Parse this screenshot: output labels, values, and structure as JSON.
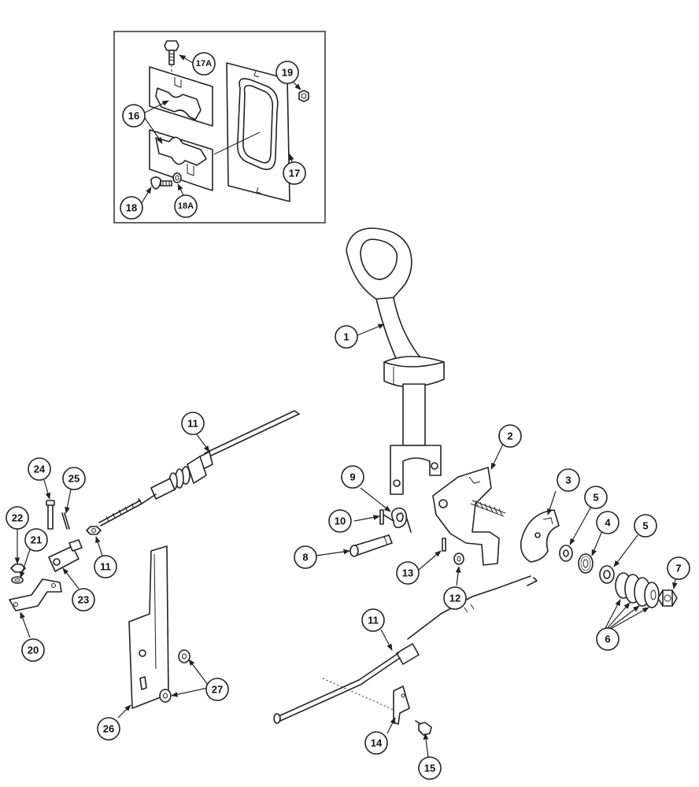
{
  "callouts": {
    "c1": "1",
    "c2": "2",
    "c3": "3",
    "c4": "4",
    "c5a": "5",
    "c5b": "5",
    "c6": "6",
    "c7": "7",
    "c8": "8",
    "c9": "9",
    "c10": "10",
    "c11a": "11",
    "c11b": "11",
    "c11c": "11",
    "c12": "12",
    "c13": "13",
    "c14": "14",
    "c15": "15",
    "c16": "16",
    "c17": "17",
    "c17a": "17A",
    "c18": "18",
    "c18a": "18A",
    "c19": "19",
    "c20": "20",
    "c21": "21",
    "c22": "22",
    "c23": "23",
    "c24": "24",
    "c25": "25",
    "c26": "26",
    "c27": "27"
  }
}
